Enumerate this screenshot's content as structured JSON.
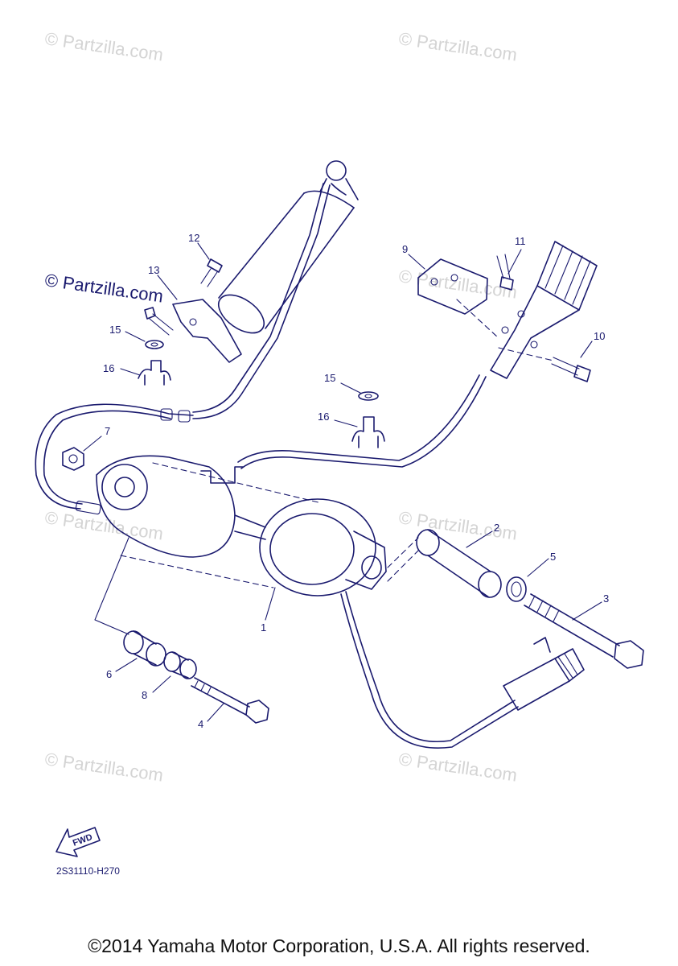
{
  "watermarks": {
    "text": "© Partzilla.com",
    "emphasized_text": "© Partzilla.com"
  },
  "diagram_code": "2S31110-H270",
  "fwd_label": "FWD",
  "copyright": "©2014 Yamaha Motor Corporation, U.S.A. All rights reserved.",
  "callouts": {
    "c1": "1",
    "c2": "2",
    "c3": "3",
    "c4": "4",
    "c5": "5",
    "c6": "6",
    "c7": "7",
    "c8": "8",
    "c9": "9",
    "c10": "10",
    "c11": "11",
    "c12": "12",
    "c13": "13",
    "c15a": "15",
    "c16a": "16",
    "c15b": "15",
    "c16b": "16"
  },
  "colors": {
    "line": "#1a1a6e",
    "watermark": "#d4d4d4"
  }
}
